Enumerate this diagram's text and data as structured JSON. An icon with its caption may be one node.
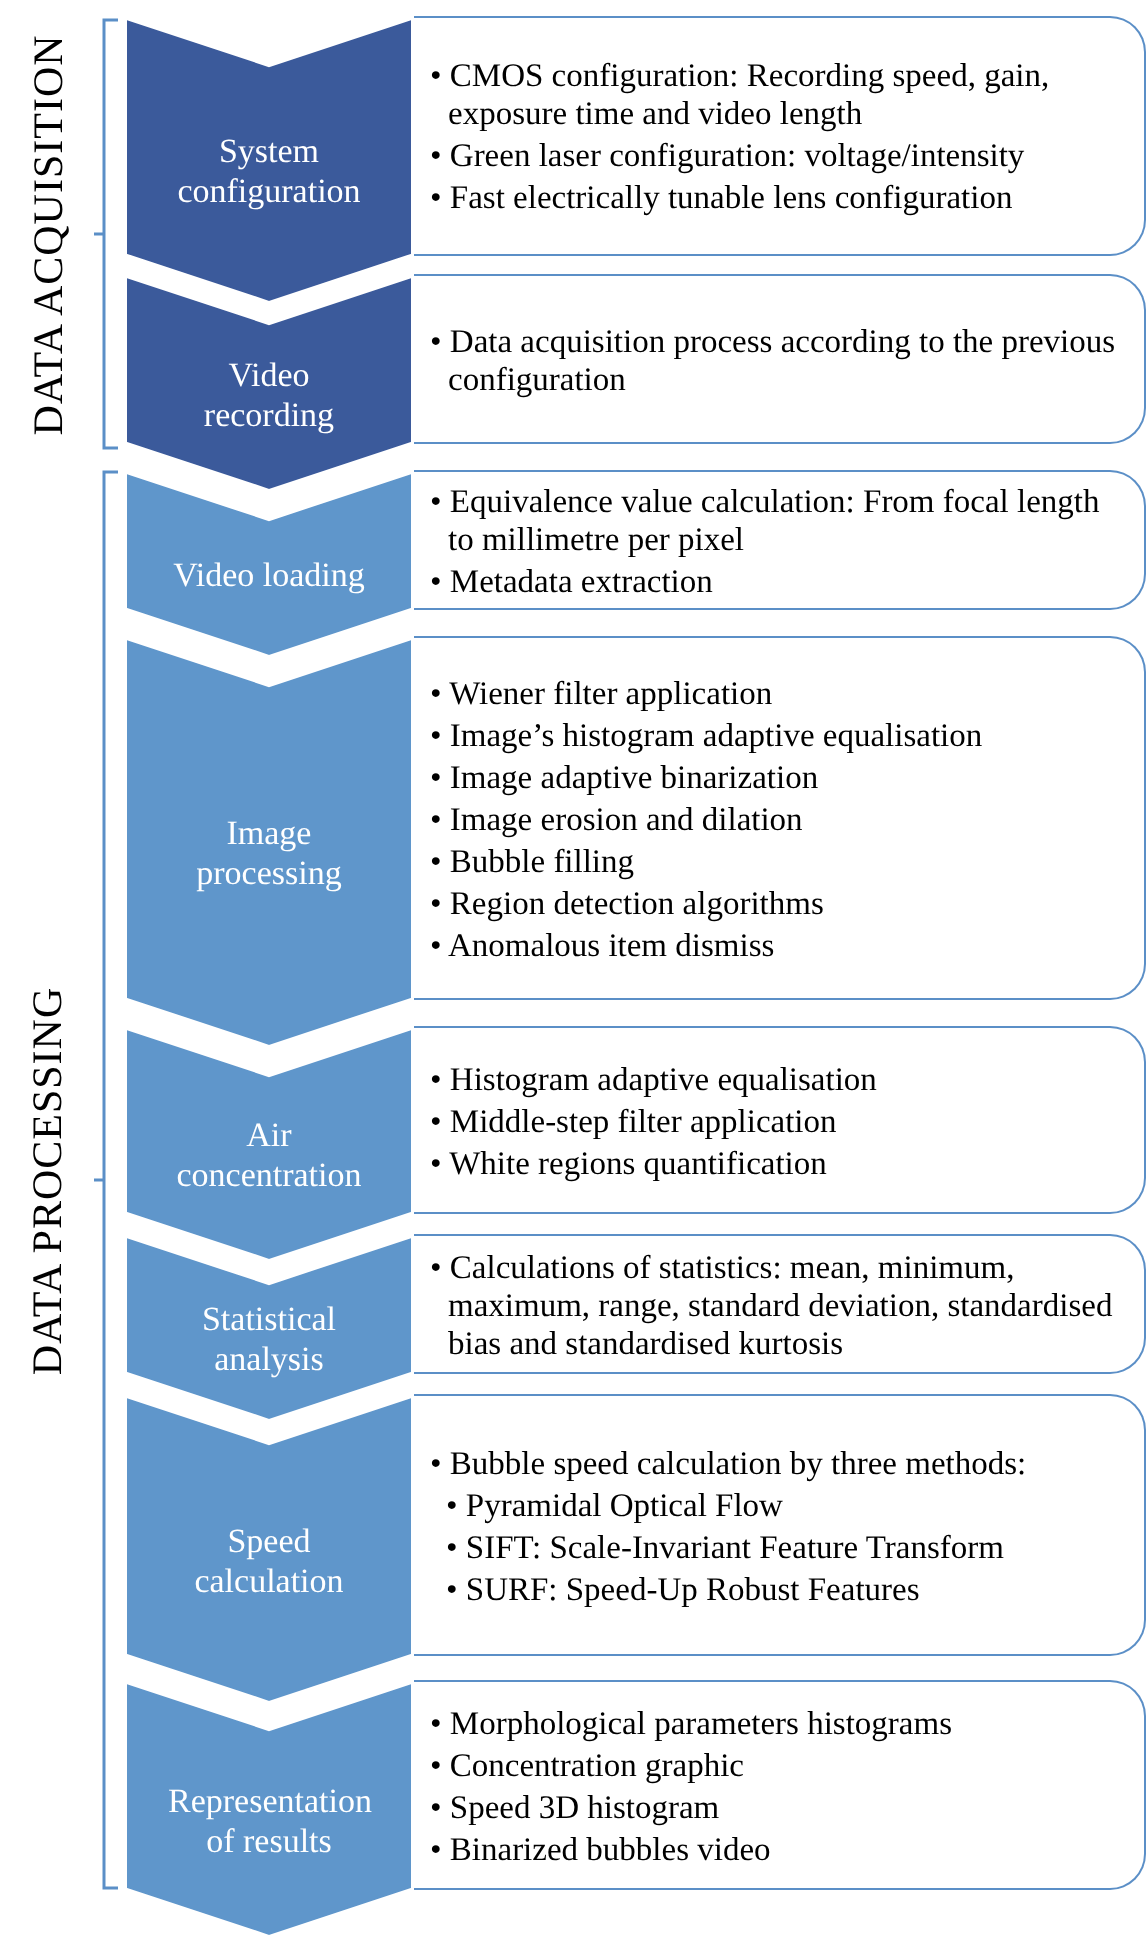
{
  "diagram": {
    "nodes": [
      {
        "text": [
          "System configuration"
        ]
      },
      {
        "text": [
          "• CMOS configuration: Recording speed, gain, exposure time and video length",
          "• Green laser configuration: voltage/intensity",
          "• Fast electrically tunable lens configuration"
        ]
      },
      {
        "text": [
          "Video recording"
        ]
      },
      {
        "text": [
          "• Data acquisition process according to the previous configuration"
        ]
      },
      {
        "text": [
          "Video loading"
        ]
      },
      {
        "text": [
          "• Equivalence value calculation: From focal length to millimetre per pixel",
          "• Metadata extraction"
        ]
      },
      {
        "text": [
          "Image processing"
        ]
      },
      {
        "text": [
          "• Wiener filter application",
          "• Image’s histogram adaptive equalisation",
          "• Image adaptive binarization",
          "• Image erosion and dilation",
          "• Bubble filling",
          "• Region detection algorithms",
          "• Anomalous item dismiss"
        ]
      },
      {
        "text": [
          "Air concentration"
        ]
      },
      {
        "text": [
          "• Histogram adaptive equalisation",
          "• Middle-step filter application",
          "• White regions quantification"
        ]
      },
      {
        "text": [
          "Statistical analysis"
        ]
      },
      {
        "text": [
          "• Calculations of statistics: mean, minimum, maximum, range, standard deviation, standardised bias and standardised kurtosis"
        ]
      },
      {
        "text": [
          "Speed calculation"
        ]
      },
      {
        "text": [
          "• Bubble speed calculation by three methods:",
          "• Pyramidal Optical Flow",
          "• SIFT: Scale-Invariant Feature Transform",
          "• SURF: Speed-Up Robust Features"
        ]
      },
      {
        "text": [
          "Representation of results"
        ]
      },
      {
        "text": [
          "• Morphological parameters histograms",
          "• Concentration graphic",
          "• Speed 3D histogram",
          "• Binarized bubbles video"
        ]
      }
    ],
    "labels": [
      "DATA ACQUISITION",
      "DATA PROCESSING"
    ]
  }
}
